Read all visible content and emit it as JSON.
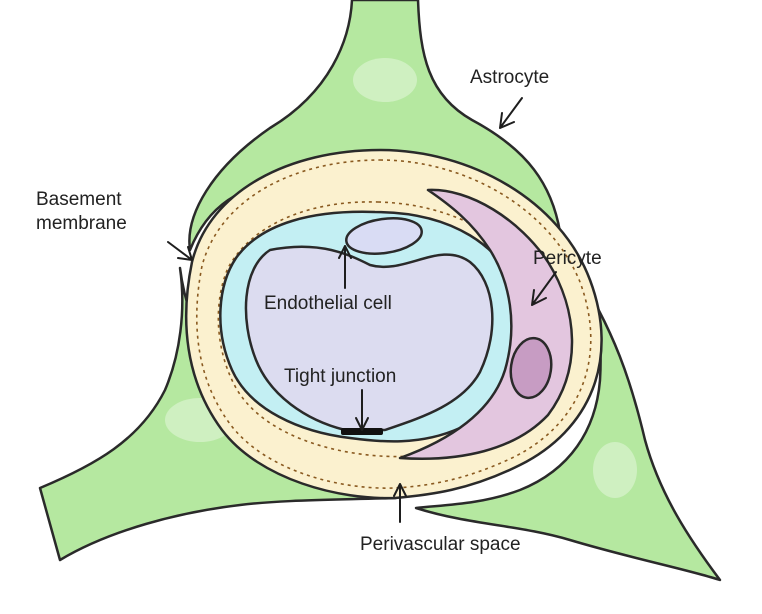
{
  "labels": {
    "astrocyte": "Astrocyte",
    "basement_line1": "Basement",
    "basement_line2": "membrane",
    "pericyte": "Pericyte",
    "endothelial": "Endothelial cell",
    "tight_junction": "Tight junction",
    "perivascular": "Perivascular space"
  },
  "colors": {
    "astrocyte_fill": "#b5e8a0",
    "basement_fill": "#fbf1cf",
    "endothelial_fill": "#c3eff3",
    "lumen_fill": "#dcdcf0",
    "nucleus_fill": "#d9dcf4",
    "pericyte_fill": "#e3c6df",
    "pericyte_nucleus_fill": "#c79cc3"
  }
}
